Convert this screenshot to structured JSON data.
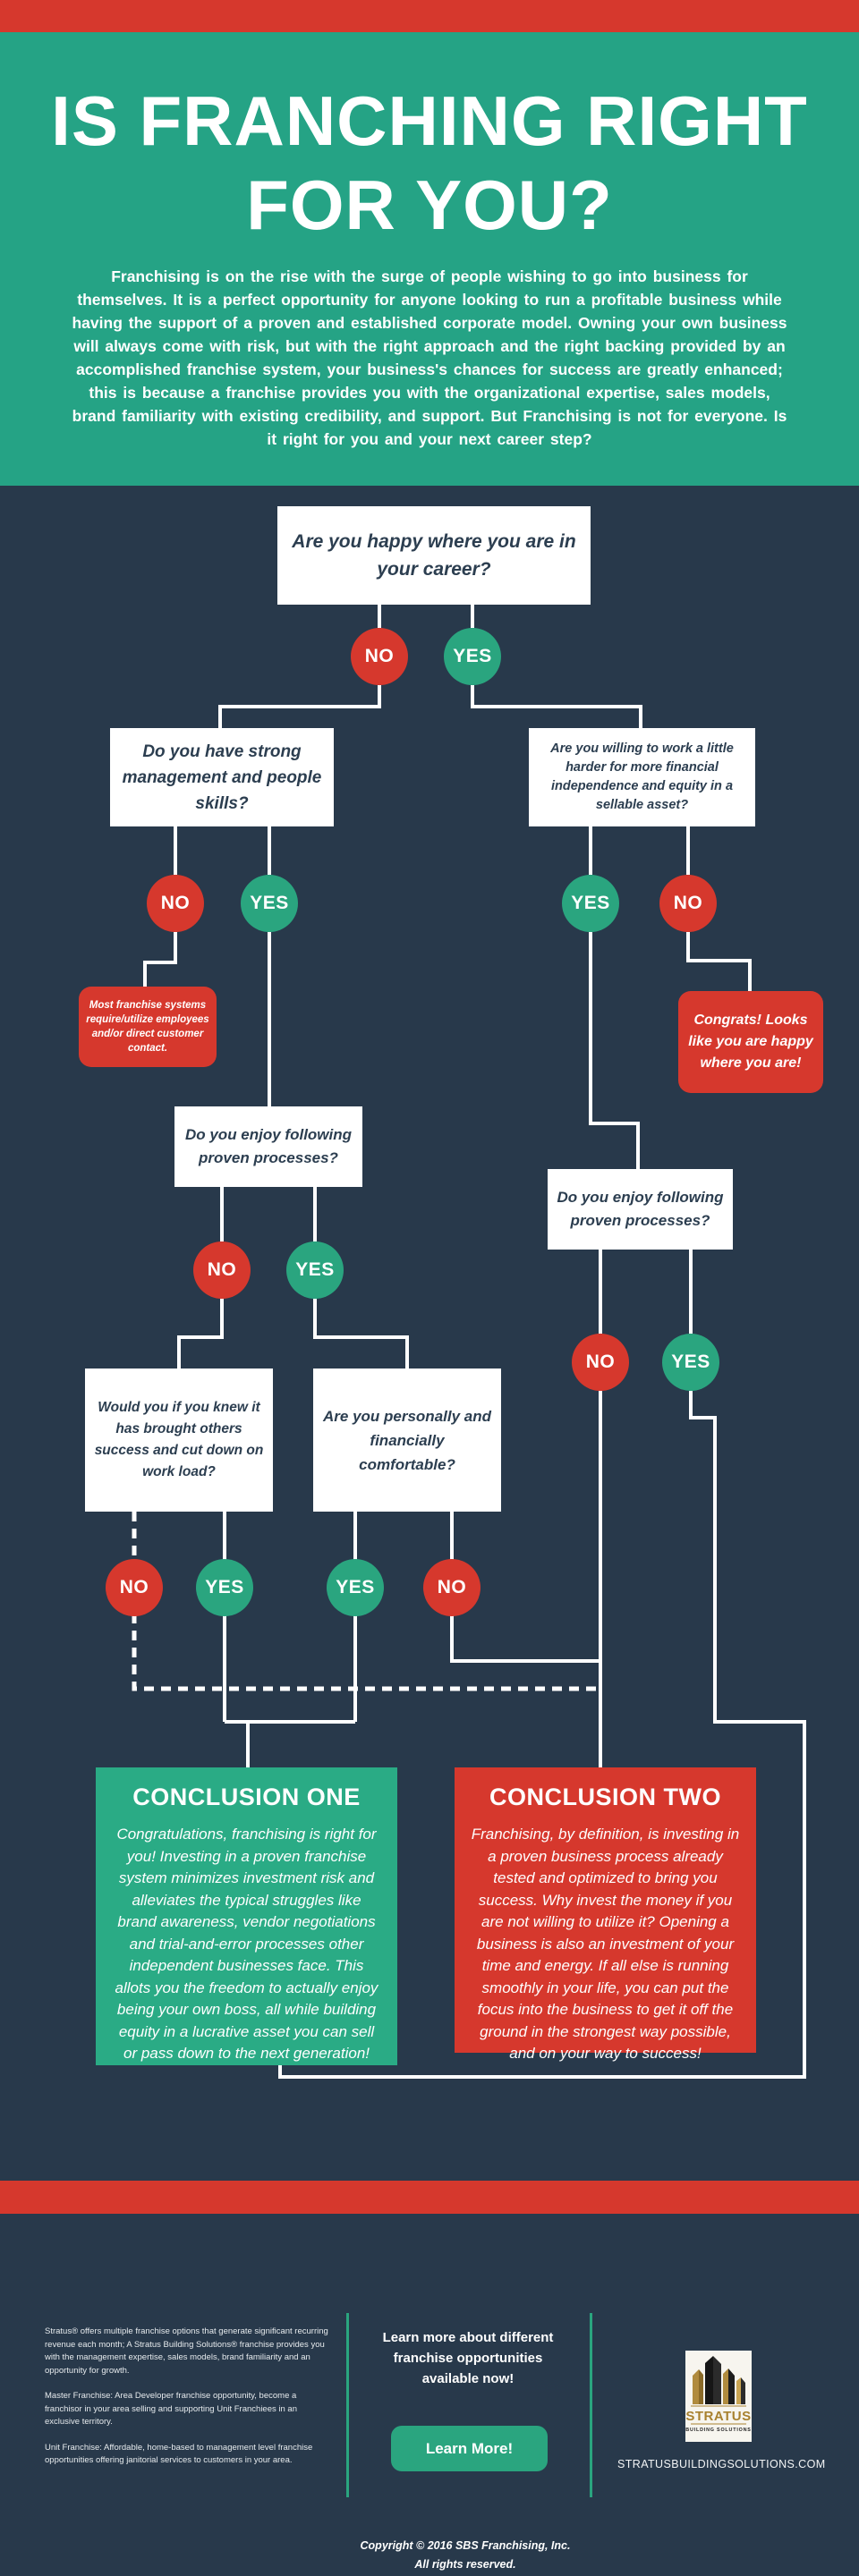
{
  "theme": {
    "navy": "#28394b",
    "red": "#d6382d",
    "green": "#2aa57f",
    "header_green": "#25a385",
    "conclusion_green": "#2aab85",
    "text_navy": "#2c3e50",
    "white": "#ffffff"
  },
  "header": {
    "title_line1": "IS FRANCHING RIGHT",
    "title_line2": "FOR YOU?",
    "intro": "Franchising is on the rise with the surge of people wishing to go into business for themselves. It is a perfect opportunity for anyone looking to run a profitable business while having the support of a proven and established corporate model. Owning your own business will always come with risk, but with the right approach and the right backing provided by an accomplished franchise system, your business's chances for success are greatly enhanced; this is because a franchise provides you with the organizational expertise, sales models, brand familiarity with existing credibility, and support. But Franchising is not for everyone. Is it right for you and your next career step?"
  },
  "flow": {
    "yes": "YES",
    "no": "NO",
    "q1": "Are you happy where you are in your career?",
    "q2_left": "Do you have strong management and people skills?",
    "q2_right": "Are you willing to work a little harder for more financial independence and equity in a sellable asset?",
    "callout_contact": "Most franchise systems require/utilize employees and/or direct customer contact.",
    "callout_congrats": "Congrats! Looks like you are happy where you are!",
    "q3_left": "Do you enjoy following proven processes?",
    "q3_right": "Do you enjoy following proven processes?",
    "q4_left": "Would you if you knew it has brought others success and cut down on work load?",
    "q4_mid": "Are you personally and financially comfortable?",
    "conclusion_one_title": "CONCLUSION ONE",
    "conclusion_one_body": "Congratulations, franchising is right for you! Investing in a proven franchise system minimizes investment risk and alleviates the typical struggles like brand awareness, vendor negotiations and trial-and-error processes other independent businesses face. This allots you the freedom to actually enjoy being your own boss, all while building equity in a lucrative asset you can sell or pass down to the next generation!",
    "conclusion_two_title": "CONCLUSION TWO",
    "conclusion_two_body": "Franchising, by definition, is investing in a proven business process already tested and optimized to bring you success. Why invest the money if you are not willing to utilize it? Opening a business is also an investment of your time and energy. If all else is running smoothly in your life, you can put the focus into the business to get it off the ground in the strongest way possible, and on your way to success!"
  },
  "footer": {
    "para_about": "Stratus® offers multiple franchise options that generate significant recurring revenue each month; A Stratus Building Solutions® franchise provides you with the management expertise, sales models, brand familiarity and an opportunity for growth.",
    "para_master": "Master Franchise: Area Developer franchise opportunity, become a franchisor in your area selling and supporting Unit Franchiees in an exclusive territory.",
    "para_unit": "Unit Franchise: Affordable, home-based to management level franchise opportunities offering janitorial services to customers in your area.",
    "cta": "Learn more about different franchise opportunities available now!",
    "button_label": "Learn More!",
    "logo_name": "STRATUS",
    "logo_sub": "BUILDING SOLUTIONS",
    "website": "STRATUSBUILDINGSOLUTIONS.COM",
    "copyright_line1": "Copyright © 2016 SBS Franchising, Inc.",
    "copyright_line2": "All rights reserved."
  }
}
